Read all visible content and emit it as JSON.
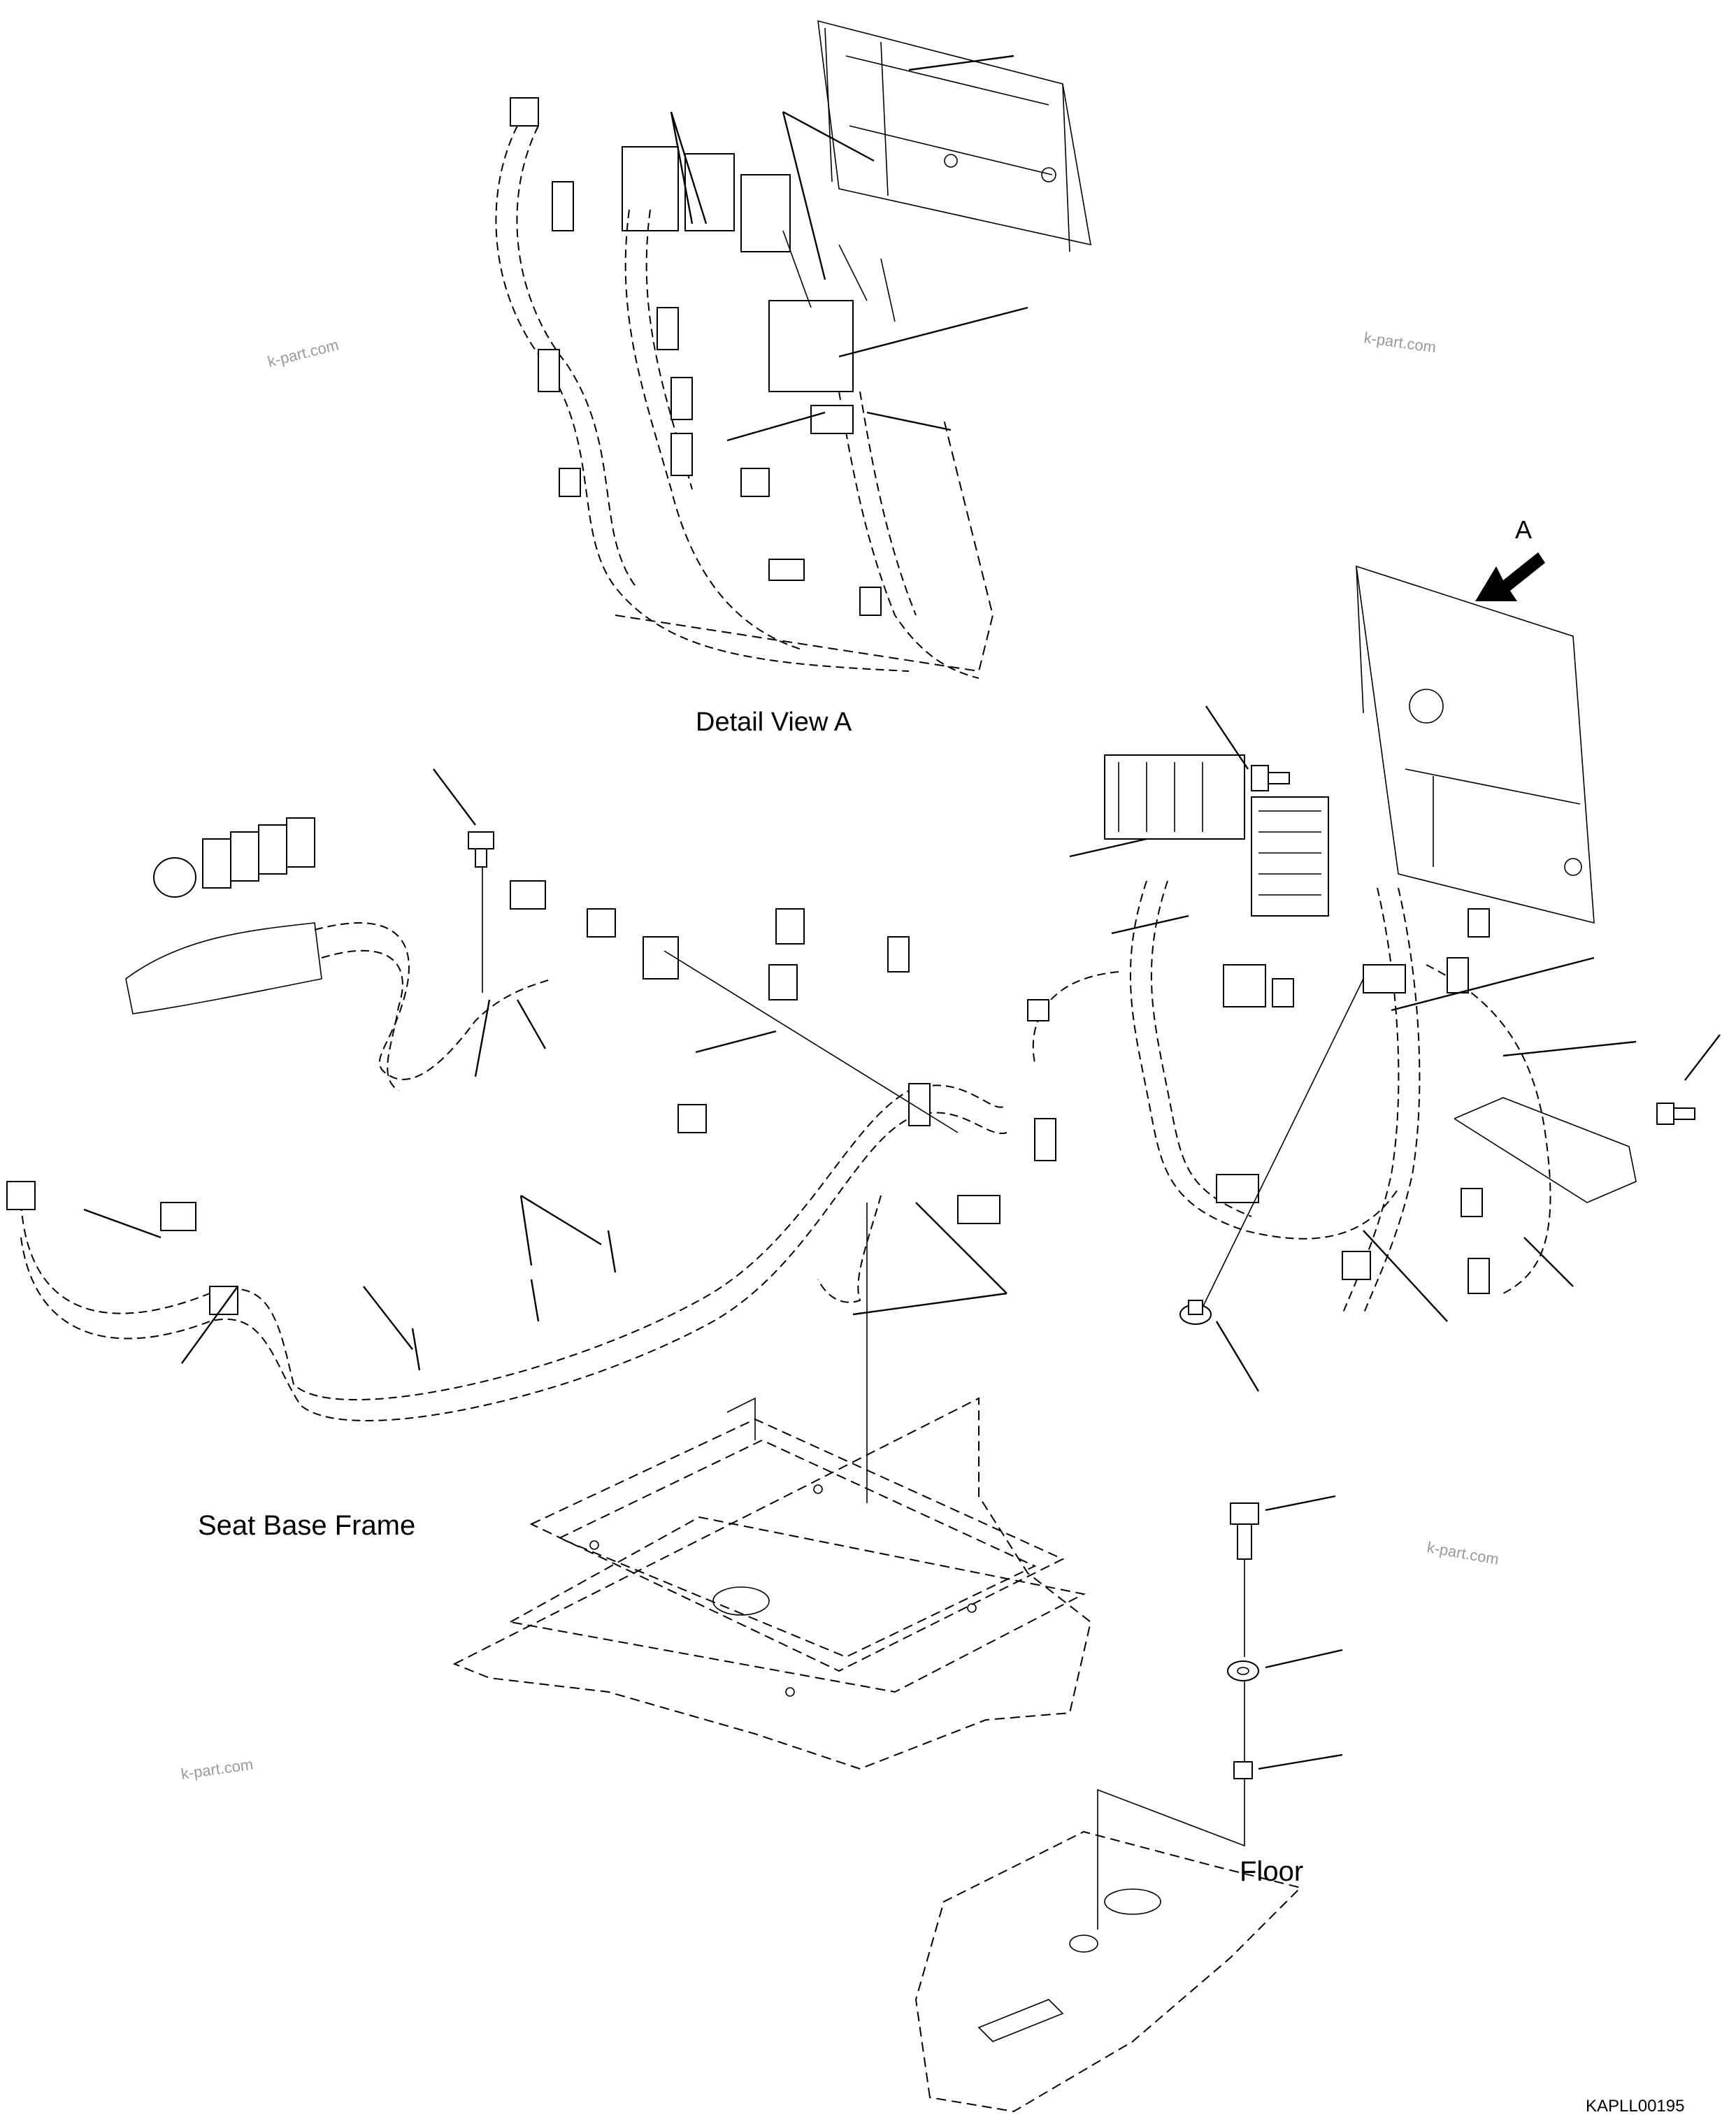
{
  "labels": {
    "detail_view": "Detail View A",
    "view_marker": "A",
    "seat_base_frame": "Seat Base Frame",
    "floor": "Floor",
    "drawing_code": "KAPLL00195"
  },
  "watermarks": [
    "k-part.com",
    "k-part.com",
    "k-part.com",
    "k-part.com"
  ]
}
